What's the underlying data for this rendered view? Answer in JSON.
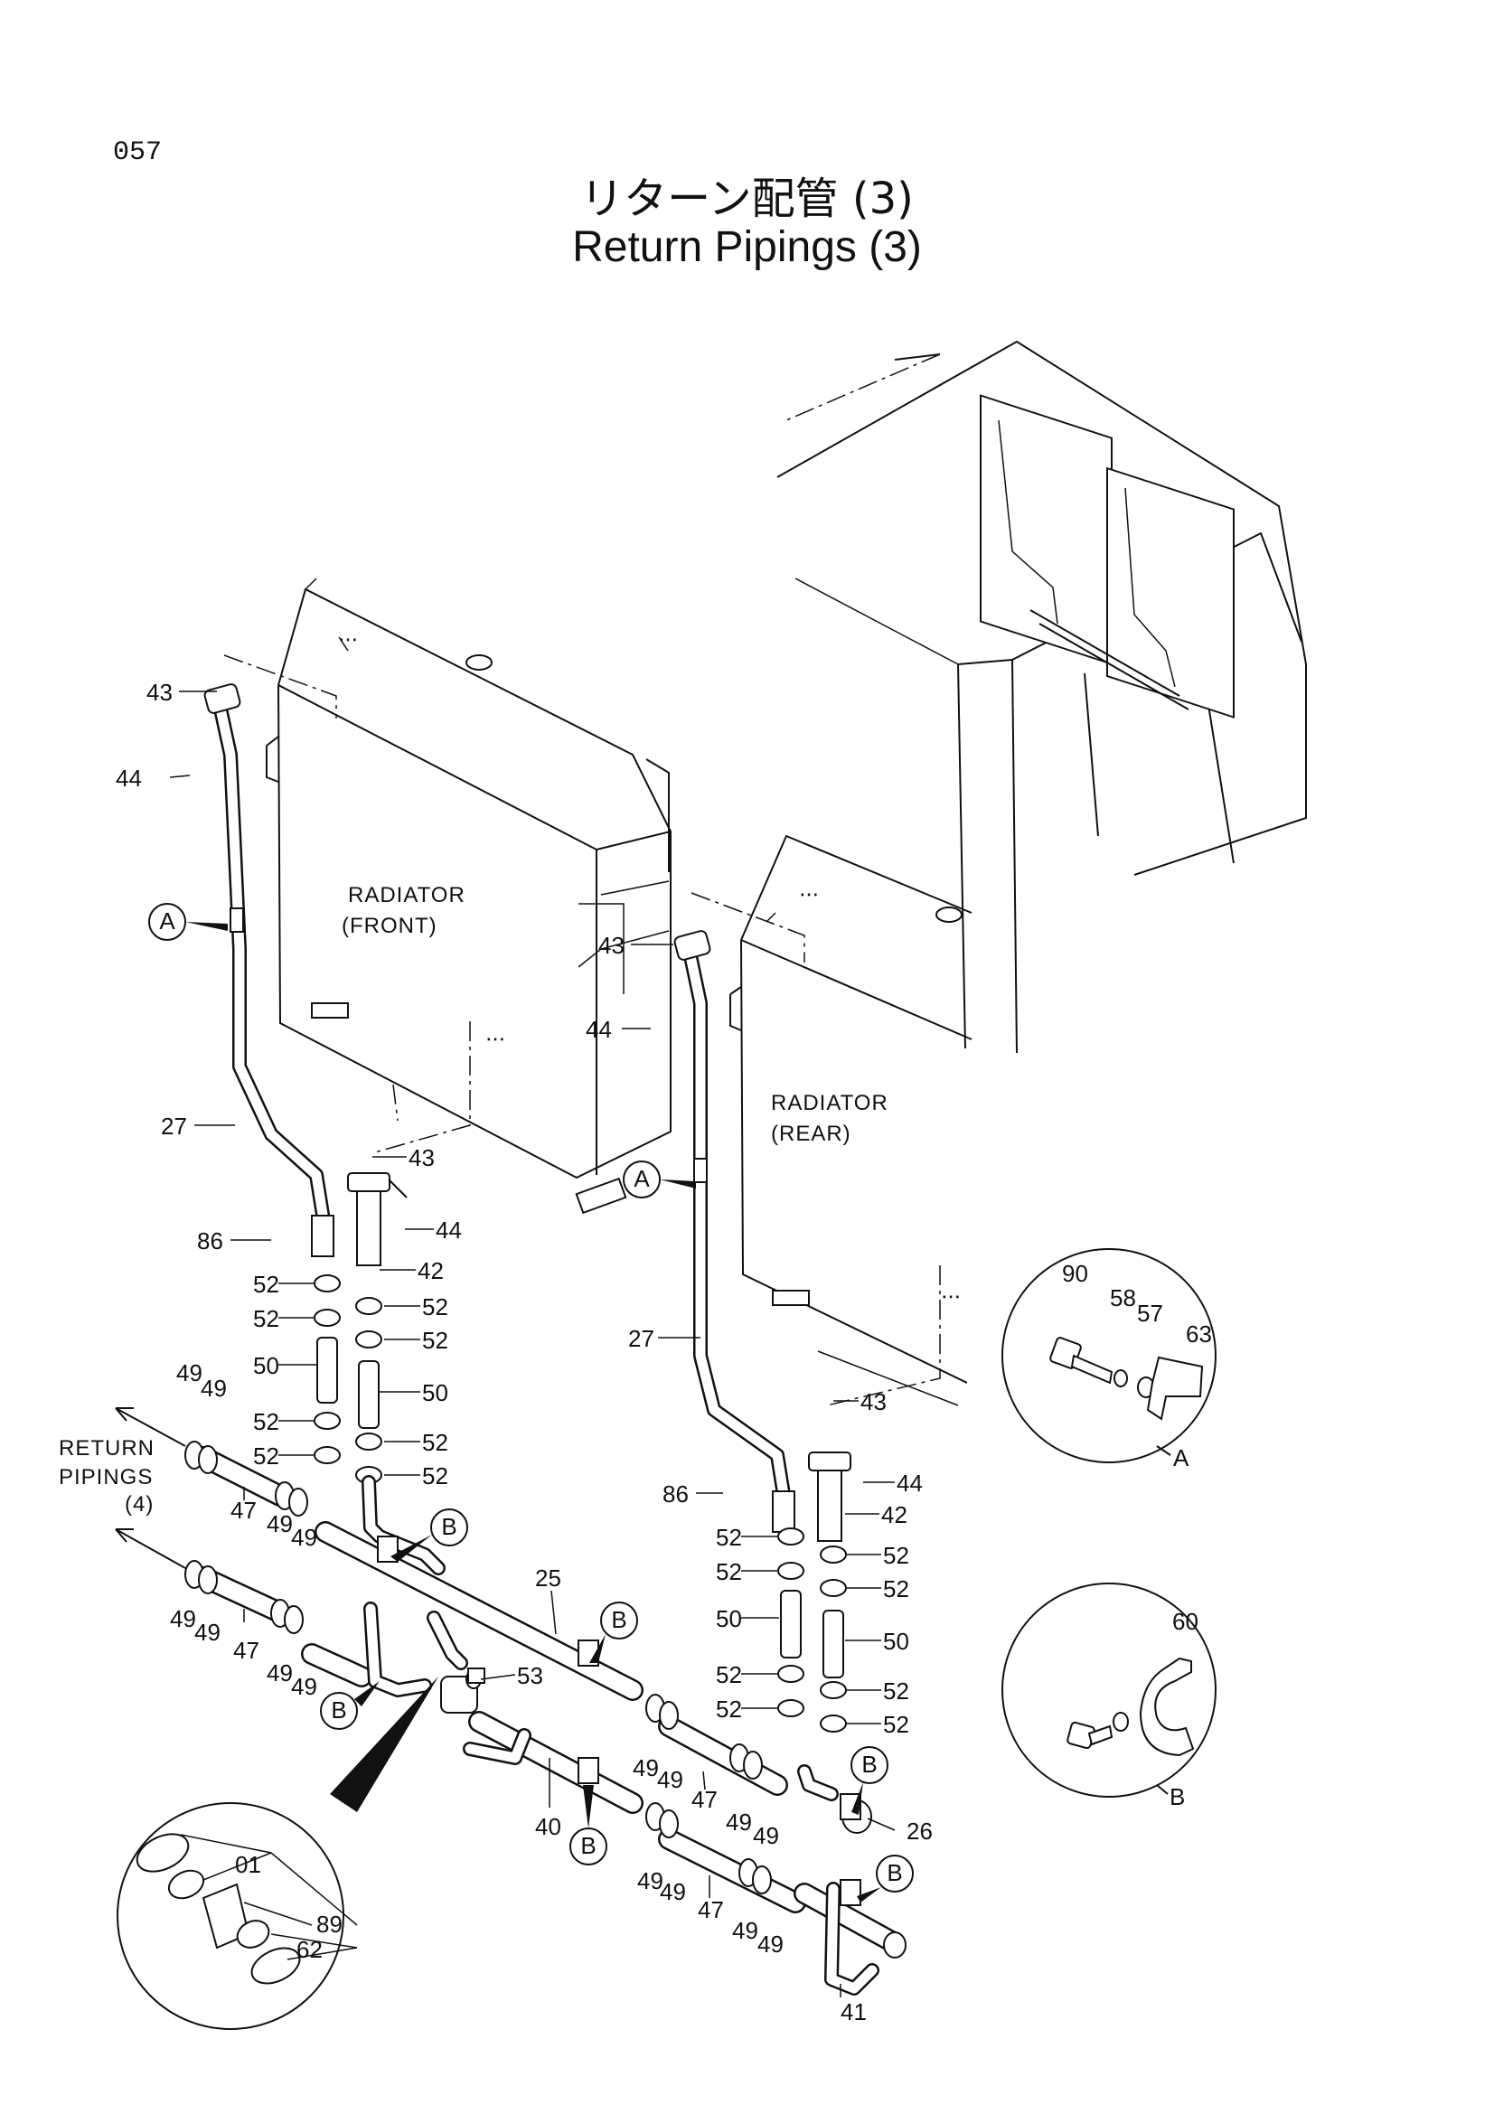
{
  "page_number": "057",
  "title_ja": "リターン配管 (3)",
  "title_en": "Return Pipings (3)",
  "components": {
    "radiator_front": [
      "RADIATOR",
      "(FRONT)"
    ],
    "radiator_rear": [
      "RADIATOR",
      "(REAR)"
    ],
    "return_note": [
      "RETURN",
      "PIPINGS",
      "(4)"
    ]
  },
  "details": {
    "a": "A",
    "b": "B"
  },
  "callouts": [
    "A",
    "A",
    "B",
    "B",
    "B",
    "B",
    "B",
    "B"
  ],
  "part_labels": [
    "43",
    "44",
    "27",
    "86",
    "52",
    "52",
    "50",
    "52",
    "52",
    "43",
    "44",
    "42",
    "52",
    "52",
    "50",
    "52",
    "52",
    "43",
    "44",
    "27",
    "43",
    "44",
    "86",
    "42",
    "52",
    "52",
    "50",
    "52",
    "52",
    "52",
    "52",
    "50",
    "52",
    "52",
    "49",
    "49",
    "47",
    "49",
    "49",
    "49",
    "49",
    "47",
    "49",
    "49",
    "25",
    "53",
    "40",
    "49",
    "49",
    "47",
    "49",
    "49",
    "26",
    "49",
    "49",
    "47",
    "49",
    "49",
    "41",
    "A",
    "A",
    "01",
    "62",
    "89",
    "90",
    "58",
    "57",
    "63",
    "60"
  ]
}
